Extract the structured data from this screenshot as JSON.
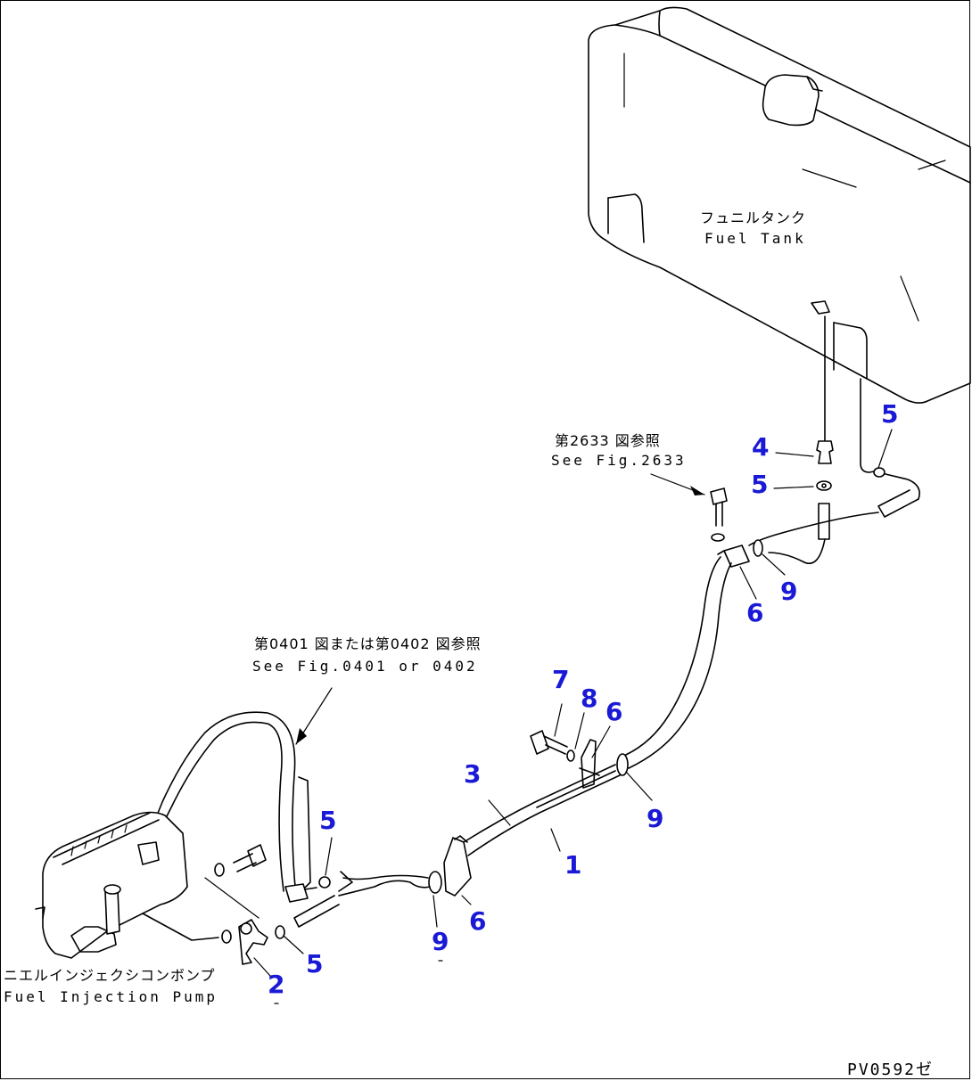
{
  "labels": {
    "fuel_tank_jp": "フュニルタンク",
    "fuel_tank_en": "Fuel Tank",
    "injection_pump_jp": "ニエルインジェクシコンボンプ",
    "injection_pump_en": "Fuel Injection Pump",
    "ref_2633_jp": "第2633 図参照",
    "ref_2633_en": "See Fig.2633",
    "ref_0401_jp": "第0401 図または第0402 図参照",
    "ref_0401_en": "See Fig.0401 or 0402",
    "drawing_code": "PV0592ゼ"
  },
  "callouts": {
    "c1": "1",
    "c2": "2",
    "c3": "3",
    "c4": "4",
    "c5a": "5",
    "c5b": "5",
    "c5c": "5",
    "c5d": "5",
    "c6a": "6",
    "c6b": "6",
    "c6c": "6",
    "c7": "7",
    "c8": "8",
    "c9a": "9",
    "c9b": "9",
    "c9c": "9"
  },
  "colors": {
    "callout": "#1a1ad6",
    "line": "#000000"
  }
}
